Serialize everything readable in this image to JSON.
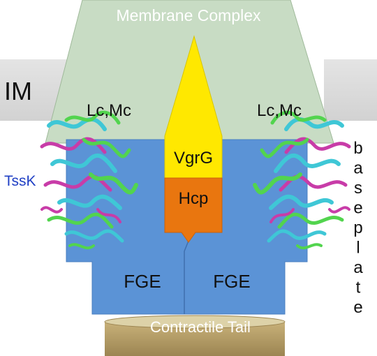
{
  "labels": {
    "membrane_complex": "Membrane Complex",
    "im": "IM",
    "lc_mc_left": "Lc,Mc",
    "lc_mc_right": "Lc,Mc",
    "vgrg": "VgrG",
    "hcp": "Hcp",
    "tssk": "TssK",
    "fge_left": "FGE",
    "fge_right": "FGE",
    "contractile_tail": "Contractile Tail",
    "baseplate_letters": [
      "b",
      "a",
      "s",
      "e",
      "p",
      "l",
      "a",
      "t",
      "e"
    ]
  },
  "colors": {
    "membrane_complex": "#c8dcc4",
    "inner_membrane": "#dcdcdc",
    "baseplate_blue": "#5b93d6",
    "vgrg_yellow": "#ffe800",
    "hcp_orange": "#e9760f",
    "tail_tan": "#b19a63",
    "tssk_text": "#1f3fc4",
    "protein_cyan": "#3fc7d6",
    "protein_green": "#52d44e",
    "protein_magenta": "#c83ca8"
  },
  "icons": {
    "tssk_left": "tssk-protein-structure-icon",
    "tssk_right": "tssk-protein-structure-icon"
  }
}
